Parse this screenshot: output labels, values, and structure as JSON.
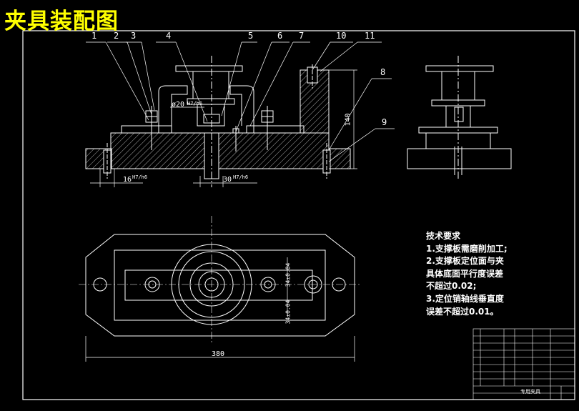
{
  "title": "夹具装配图",
  "callouts": [
    "1",
    "2",
    "3",
    "4",
    "5",
    "6",
    "7",
    "8",
    "9",
    "10",
    "11"
  ],
  "dimensions": {
    "bore": "ø20",
    "bore_fit": "H7/h6",
    "pin_left": "16",
    "pin_left_fit": "H7/h6",
    "center": "30",
    "center_fit": "H7/h6",
    "height": "140",
    "length": "380",
    "tol_upper": "34±0.04",
    "tol_lower": "34±0.04"
  },
  "notes": {
    "heading": "技术要求",
    "items": [
      "1.支撑板需磨削加工;",
      "2.支撑板定位面与夹",
      "具体底面平行度误差",
      "不超过0.02;",
      "3.定位销轴线垂直度",
      "误差不超过0.01。"
    ]
  },
  "title_block": {
    "name": "专用夹具"
  },
  "colors": {
    "background": "#000000",
    "lines": "#ffffff",
    "title": "#ffff00"
  }
}
